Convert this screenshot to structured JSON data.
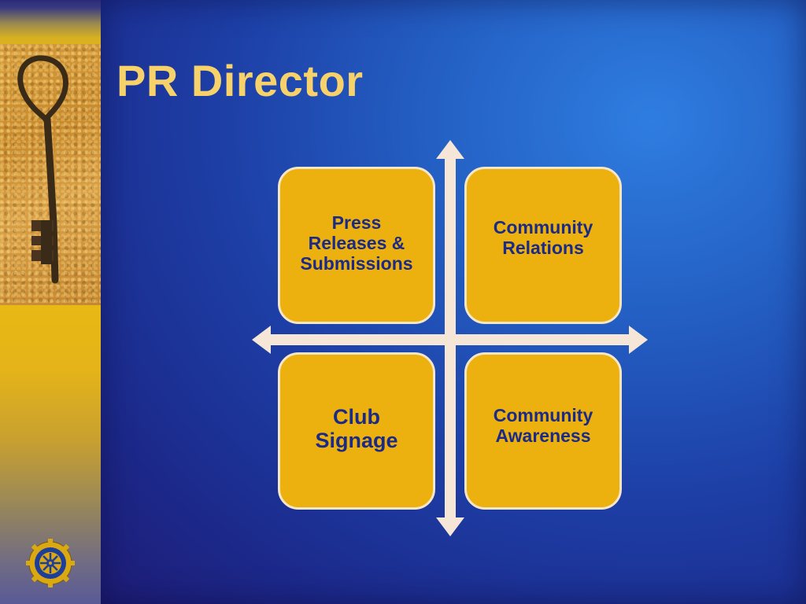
{
  "slide": {
    "title": "PR Director"
  },
  "diagram": {
    "quadrants": {
      "top_left": "Press\nReleases &\nSubmissions",
      "top_right": "Community\nRelations",
      "bottom_left": "Club\nSignage",
      "bottom_right": "Community\nAwareness"
    }
  },
  "colors": {
    "title": "#f7d26a",
    "box_fill": "#ecb10e",
    "box_text": "#1a2a86",
    "arrow": "#f6e6d8",
    "background": "#1d3fa6"
  },
  "icons": {
    "key_image": "antique-key",
    "logo": "rotary-wheel"
  }
}
